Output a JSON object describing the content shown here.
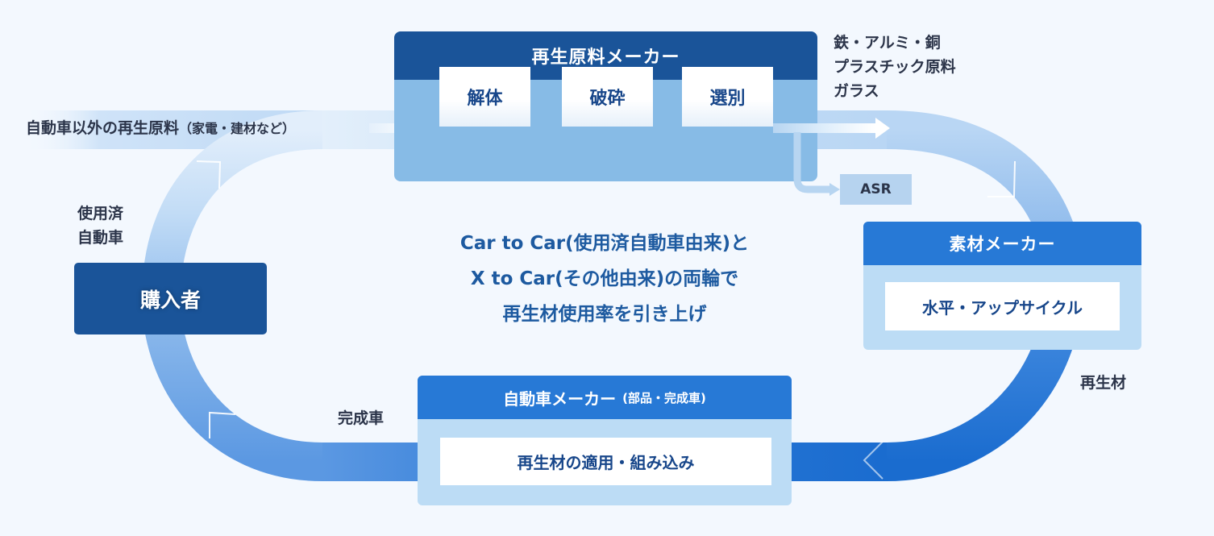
{
  "diagram": {
    "recycled_material_maker": {
      "title": "再生原料メーカー",
      "steps": [
        "解体",
        "破砕",
        "選別"
      ]
    },
    "non_auto_input": {
      "label": "自動車以外の再生原料",
      "note": "（家電・建材など）"
    },
    "outputs": {
      "materials": [
        "鉄・アルミ・銅",
        "プラスチック原料",
        "ガラス"
      ],
      "residue": "ASR"
    },
    "material_maker": {
      "title": "素材メーカー",
      "activity": "水平・アップサイクル"
    },
    "auto_maker": {
      "title": "自動車メーカー",
      "note": "(部品・完成車)",
      "activity": "再生材の適用・組み込み"
    },
    "buyer": {
      "label": "購入者"
    },
    "flow_labels": {
      "recycled_material": "再生材",
      "finished_car": "完成車",
      "used_car_line1": "使用済",
      "used_car_line2": "自動車"
    },
    "center_message": [
      "Car to Car(使用済自動車由来)と",
      "X to Car(その他由来)の両輪で",
      "再生材使用率を引き上げ"
    ],
    "colors": {
      "background": "#f3f8fe",
      "dark_navy": "#1a5499",
      "mid_blue": "#2779d6",
      "light_blue_panel": "#bcdcf5",
      "process_panel": "#87bbe6",
      "text_dark": "#2b3449",
      "text_accent": "#1d5aa0"
    }
  }
}
